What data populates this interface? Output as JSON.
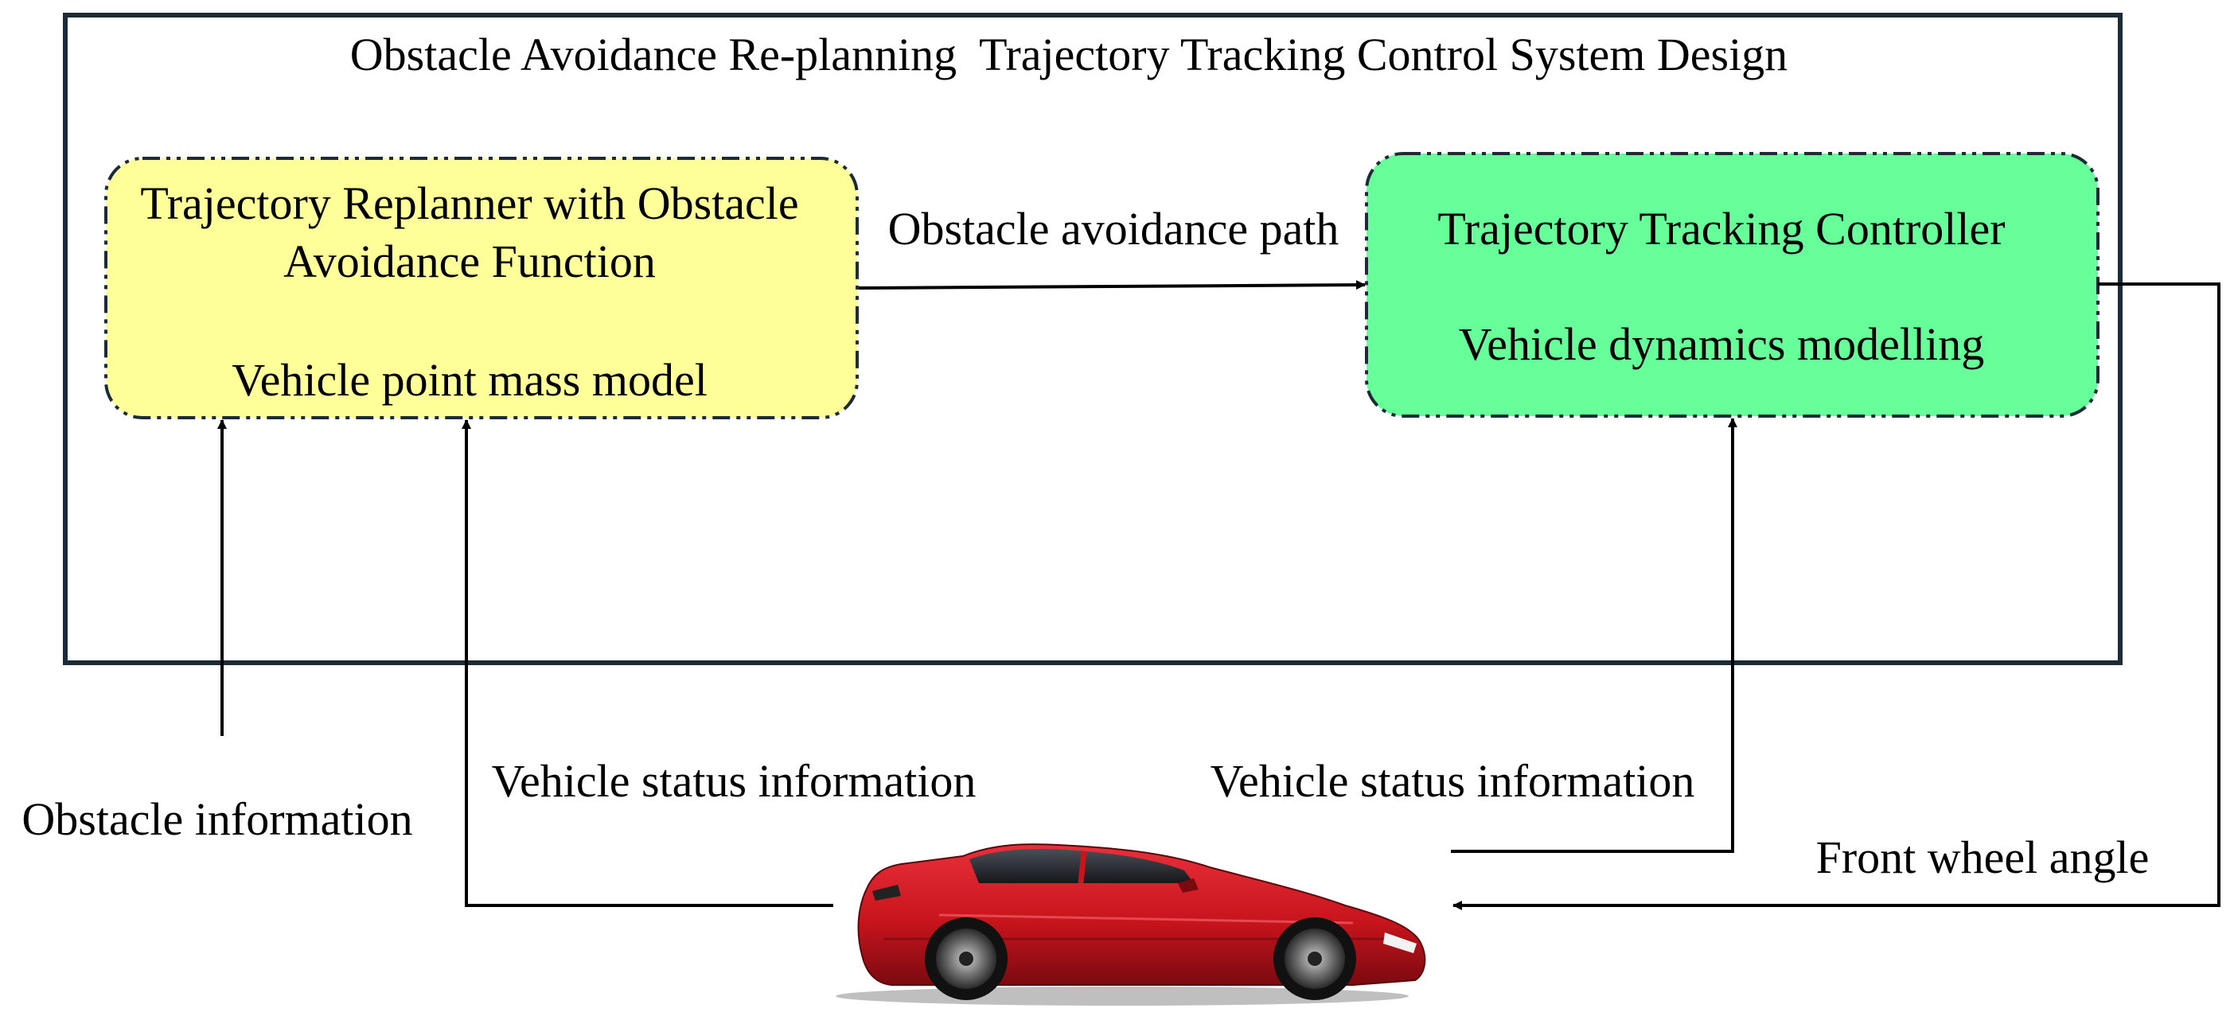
{
  "system": {
    "title": "Obstacle Avoidance Re-planning  Trajectory Tracking Control System Design"
  },
  "replanner": {
    "title_line1": "Trajectory Replanner with Obstacle",
    "title_line2": "Avoidance Function",
    "model": "Vehicle point mass model",
    "fill_color": "#ffff99"
  },
  "controller": {
    "title": "Trajectory Tracking Controller",
    "model": "Vehicle dynamics modelling",
    "fill_color": "#66ff99"
  },
  "signals": {
    "path": "Obstacle avoidance path",
    "obstacle_info": "Obstacle information",
    "status_left": "Vehicle status information",
    "status_right": "Vehicle status information",
    "front_wheel": "Front wheel angle"
  },
  "colors": {
    "frame": "#1b2b38",
    "line": "#000000",
    "car_body": "#c8141c"
  }
}
